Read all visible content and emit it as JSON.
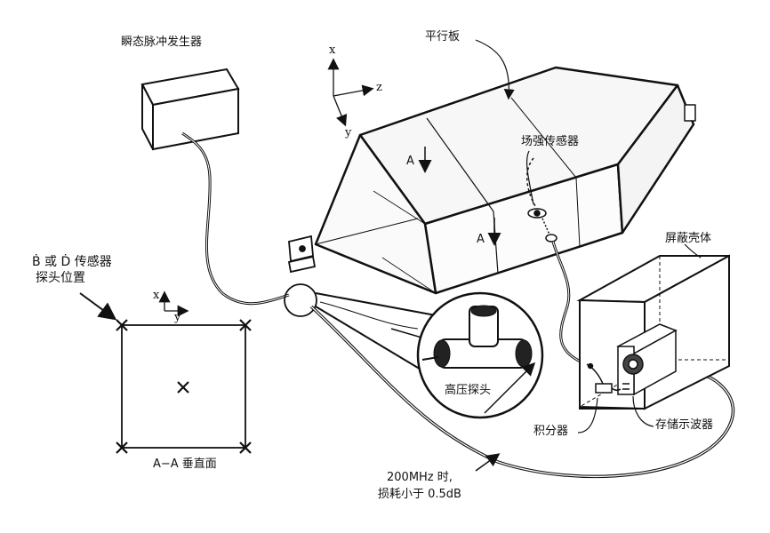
{
  "labels": {
    "pulse_generator": "瞬态脉冲发生器",
    "parallel_plate": "平行板",
    "field_sensor": "场强传感器",
    "shield_enclosure": "屏蔽壳体",
    "sensor_probe_line1": "Ḃ 或 Ḋ 传感器",
    "sensor_probe_line2": "探头位置",
    "hv_probe": "高压探头",
    "integrator": "积分器",
    "oscilloscope": "存储示波器",
    "section_plane": "A−A 垂直面",
    "loss_line1": "200MHz 时,",
    "loss_line2": "损耗小于 0.5dB",
    "section_a_upper": "A",
    "section_a_lower": "A"
  },
  "axes_top": {
    "x": "x",
    "y": "y",
    "z": "z"
  },
  "axes_grid": {
    "x": "x",
    "y": "y"
  }
}
